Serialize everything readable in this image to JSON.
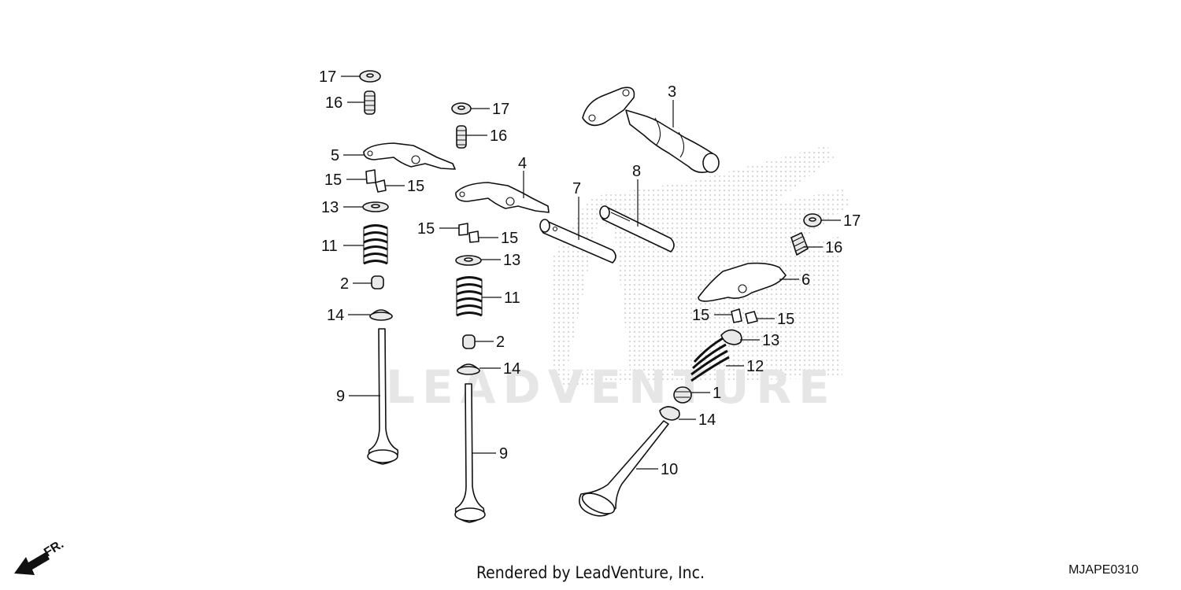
{
  "diagram": {
    "callouts": [
      "1",
      "2",
      "2",
      "3",
      "4",
      "5",
      "6",
      "7",
      "8",
      "9",
      "9",
      "10",
      "11",
      "11",
      "12",
      "13",
      "13",
      "13",
      "14",
      "14",
      "14",
      "15",
      "15",
      "15",
      "15",
      "15",
      "15",
      "16",
      "16",
      "16",
      "17",
      "17",
      "17"
    ],
    "direction_label": "FR.",
    "watermark": "LEADVENTURE"
  },
  "footer": {
    "credit": "Rendered by LeadVenture, Inc.",
    "code": "MJAPE0310"
  }
}
